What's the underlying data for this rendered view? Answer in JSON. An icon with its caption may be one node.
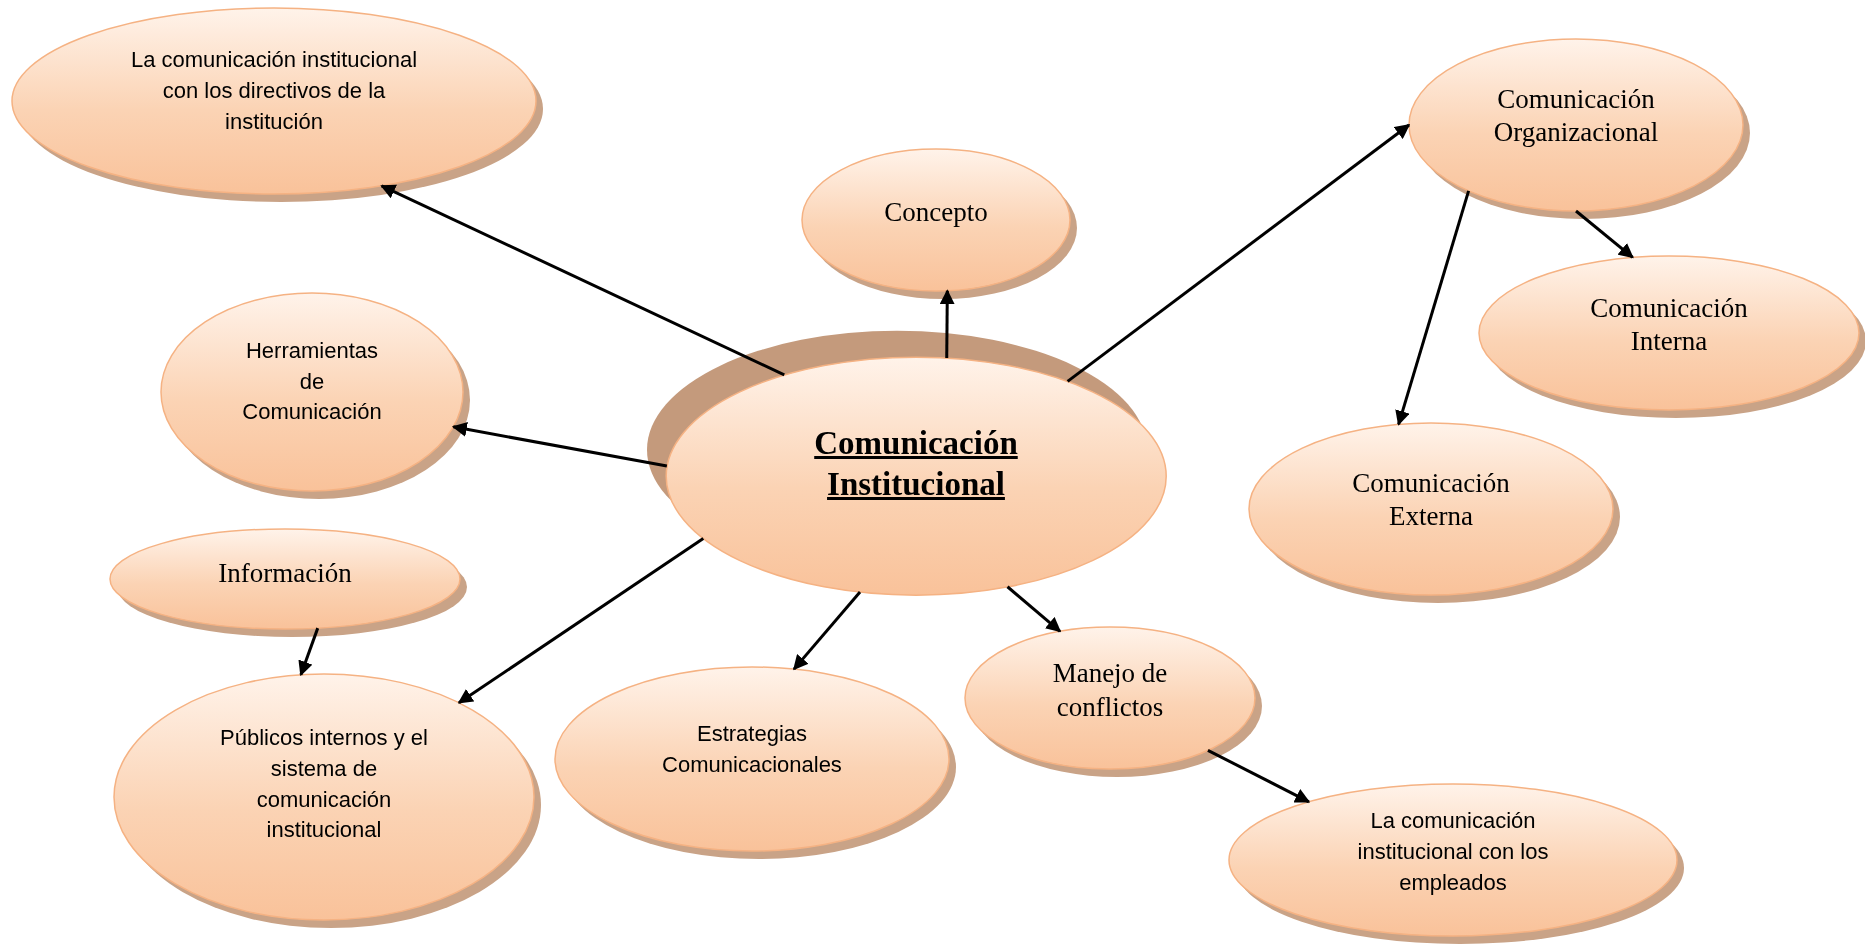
{
  "diagram": {
    "nodes": [
      {
        "text": [
          "Comunicación Institucional"
        ]
      },
      {
        "text": [
          "La comunicación institucional con los directivos de la institución"
        ]
      },
      {
        "text": [
          "Concepto"
        ]
      },
      {
        "text": [
          "Comunicación Organizacional"
        ]
      },
      {
        "text": [
          "Comunicación Interna"
        ]
      },
      {
        "text": [
          "Herramientas de Comunicación"
        ]
      },
      {
        "text": [
          "Comunicación Externa"
        ]
      },
      {
        "text": [
          "Información"
        ]
      },
      {
        "text": [
          "Públicos internos y el sistema de comunicación institucional"
        ]
      },
      {
        "text": [
          "Estrategias Comunicacionales"
        ]
      },
      {
        "text": [
          "Manejo de conflictos"
        ]
      },
      {
        "text": [
          "La comunicación institucional con los empleados"
        ]
      }
    ],
    "edges": [
      {
        "from": 0,
        "to": 1,
        "arrow": "to"
      },
      {
        "from": 0,
        "to": 2,
        "arrow": "to"
      },
      {
        "from": 0,
        "to": 3,
        "arrow": "to"
      },
      {
        "from": 3,
        "to": 4,
        "arrow": "to"
      },
      {
        "from": 3,
        "to": 6,
        "arrow": "to"
      },
      {
        "from": 0,
        "to": 5,
        "arrow": "to"
      },
      {
        "from": 7,
        "to": 8,
        "arrow": "to"
      },
      {
        "from": 0,
        "to": 8,
        "arrow": "to"
      },
      {
        "from": 0,
        "to": 9,
        "arrow": "to"
      },
      {
        "from": 0,
        "to": 10,
        "arrow": "to"
      },
      {
        "from": 10,
        "to": 11,
        "arrow": "to"
      }
    ]
  }
}
